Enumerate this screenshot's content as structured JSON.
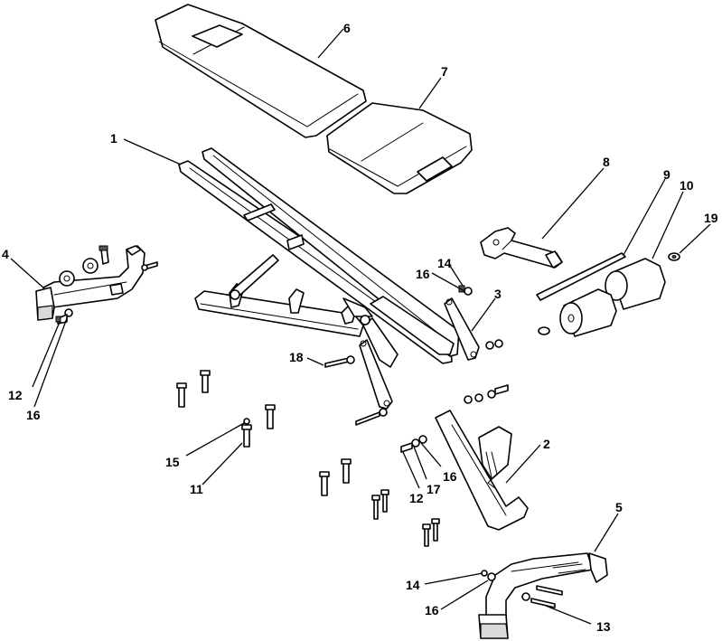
{
  "callouts": {
    "c1": "1",
    "c2": "2",
    "c3": "3",
    "c4": "4",
    "c5": "5",
    "c6": "6",
    "c7": "7",
    "c8": "8",
    "c9": "9",
    "c10": "10",
    "c11": "11",
    "c12a": "12",
    "c12b": "12",
    "c13": "13",
    "c14a": "14",
    "c14b": "14",
    "c15": "15",
    "c16a": "16",
    "c16b": "16",
    "c16c": "16",
    "c16d": "16",
    "c17": "17",
    "c18": "18",
    "c19": "19"
  }
}
